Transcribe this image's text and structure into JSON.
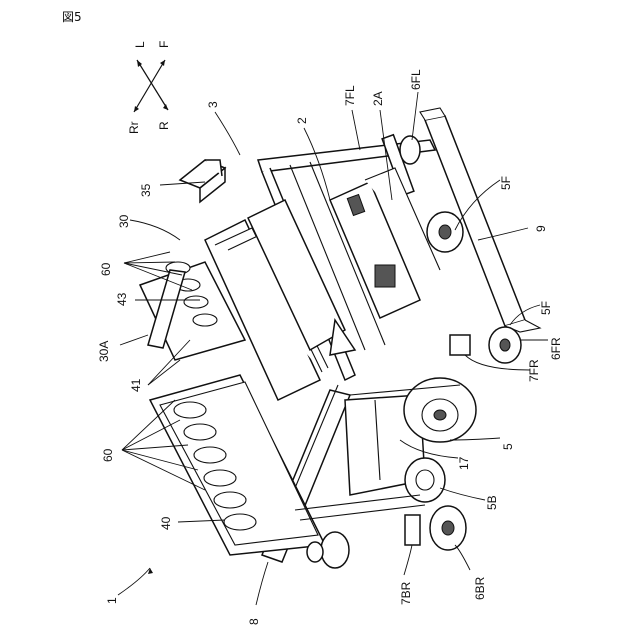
{
  "figure_label": "図5",
  "directions": {
    "L": "L",
    "F": "F",
    "Rr": "Rr",
    "R": "R"
  },
  "labels": {
    "l3": "3",
    "l2": "2",
    "l7FL": "7FL",
    "l2A": "2A",
    "l6FL": "6FL",
    "l35": "35",
    "l5F_top": "5F",
    "l30": "30",
    "l9": "9",
    "l60_top": "60",
    "l43": "43",
    "l5F_right": "5F",
    "l6FR": "6FR",
    "l7FR": "7FR",
    "l30A": "30A",
    "l41": "41",
    "l5": "5",
    "l17": "17",
    "l60_bottom": "60",
    "l5B": "5B",
    "l40": "40",
    "l1": "1",
    "l7BR": "7BR",
    "l6BR": "6BR",
    "l8": "8"
  }
}
